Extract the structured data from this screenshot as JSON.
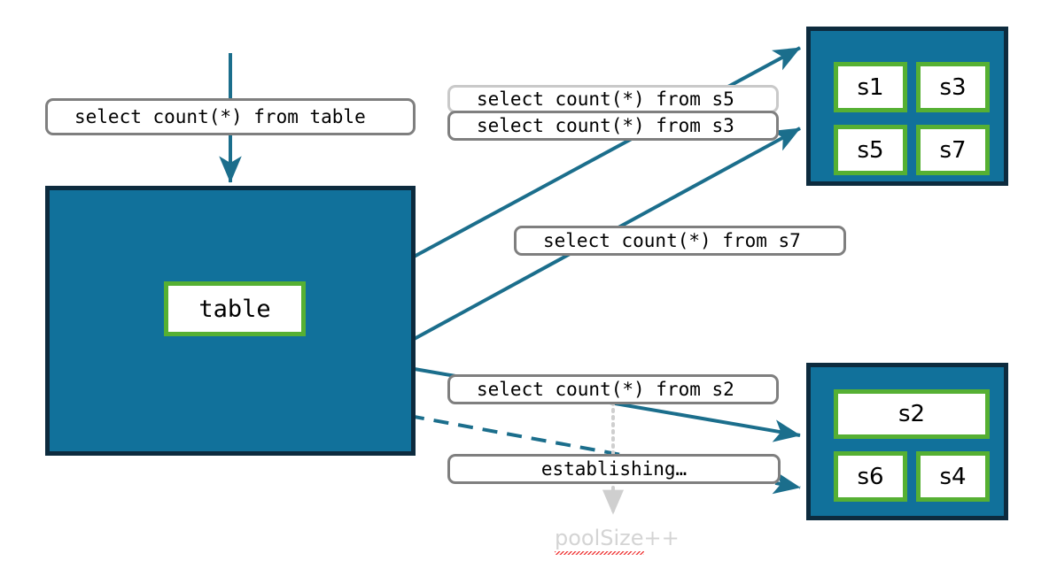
{
  "diagram": {
    "title": "connection-pool-query-routing",
    "colors": {
      "group_fill": "#11719B",
      "group_border": "#0D2B3E",
      "node_border": "#56B033",
      "node_fill": "#FFFFFF",
      "arrow": "#1B6E8C",
      "label_border": "#7F7F7F",
      "label_border_light": "#C9C9C9",
      "annotation_text": "#D4D4D4",
      "spellcheck_underline": "#F04040"
    }
  },
  "table_group": {
    "node_label": "table"
  },
  "server_group_top": {
    "nodes": [
      {
        "label": "s1"
      },
      {
        "label": "s3"
      },
      {
        "label": "s5"
      },
      {
        "label": "s7"
      }
    ]
  },
  "server_group_bottom": {
    "nodes": [
      {
        "label": "s2"
      },
      {
        "label": "s6"
      },
      {
        "label": "s4"
      }
    ]
  },
  "labels": {
    "query_table": "select count(*) from table",
    "query_s5": "select count(*) from s5",
    "query_s3": "select count(*) from s3",
    "query_s7": "select count(*) from s7",
    "query_s2": "select count(*) from s2",
    "establishing": "establishing…"
  },
  "annotation": {
    "pool_size_word": "poolSize",
    "pool_size_suffix": "++"
  }
}
